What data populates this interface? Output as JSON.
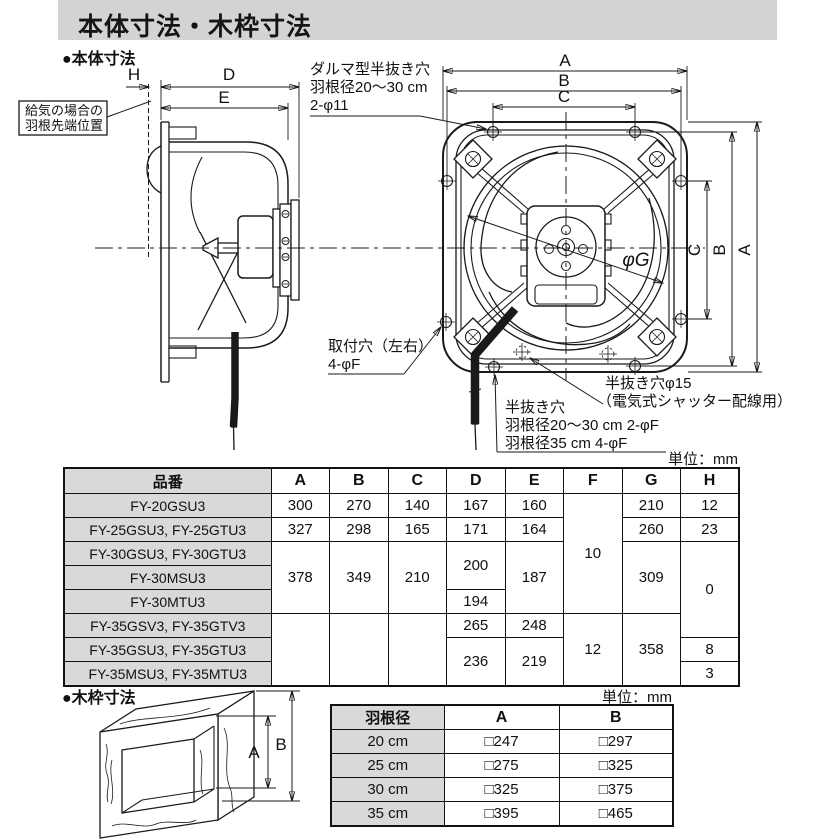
{
  "header": {
    "title": "本体寸法・木枠寸法"
  },
  "sections": {
    "body": "●本体寸法",
    "frame": "●木枠寸法"
  },
  "unit_label": "単位：mm",
  "drawing": {
    "dim_a": "A",
    "dim_b": "B",
    "dim_c": "C",
    "dim_d": "D",
    "dim_e": "E",
    "dim_h": "H",
    "dim_phi_g": "φG",
    "note_supply_1": "給気の場合の",
    "note_supply_2": "羽根先端位置",
    "note_daruma_1": "ダルマ型半抜き穴",
    "note_daruma_2": "羽根径20～30 cm",
    "note_daruma_3": "2-φ11",
    "note_mount_1": "取付穴（左右）",
    "note_mount_2": "4-φF",
    "note_punch15_1": "半抜き穴φ15",
    "note_punch15_2": "（電気式シャッター配線用）",
    "note_punch_1": "半抜き穴",
    "note_punch_2": "羽根径20～30 cm 2-φF",
    "note_punch_3": "羽根径35 cm 4-φF"
  },
  "table1": {
    "headers": [
      "品番",
      "A",
      "B",
      "C",
      "D",
      "E",
      "F",
      "G",
      "H"
    ],
    "r1": {
      "name": "FY-20GSU3",
      "a": "300",
      "b": "270",
      "c": "140",
      "d": "167",
      "e": "160",
      "f": "10",
      "g": "210",
      "h": "12"
    },
    "r2": {
      "name": "FY-25GSU3, FY-25GTU3",
      "a": "327",
      "b": "298",
      "c": "165",
      "d": "171",
      "e": "164",
      "g": "260",
      "h": "23"
    },
    "r3": {
      "name": "FY-30GSU3, FY-30GTU3",
      "a": "378",
      "b": "349",
      "c": "210",
      "d": "200",
      "e": "187",
      "g": "309",
      "h": "0"
    },
    "r4": {
      "name": "FY-30MSU3"
    },
    "r5": {
      "name": "FY-30MTU3",
      "d": "194"
    },
    "r6": {
      "name": "FY-35GSV3, FY-35GTV3",
      "d": "265",
      "e": "248",
      "f": "12",
      "g": "358"
    },
    "r7": {
      "name": "FY-35GSU3, FY-35GTU3",
      "d": "236",
      "e": "219",
      "h": "8"
    },
    "r8": {
      "name": "FY-35MSU3, FY-35MTU3",
      "h": "3"
    }
  },
  "table2": {
    "headers": [
      "羽根径",
      "A",
      "B"
    ],
    "rows": [
      {
        "size": "20 cm",
        "a": "□247",
        "b": "□297"
      },
      {
        "size": "25 cm",
        "a": "□275",
        "b": "□325"
      },
      {
        "size": "30 cm",
        "a": "□325",
        "b": "□375"
      },
      {
        "size": "35 cm",
        "a": "□395",
        "b": "□465"
      }
    ]
  }
}
